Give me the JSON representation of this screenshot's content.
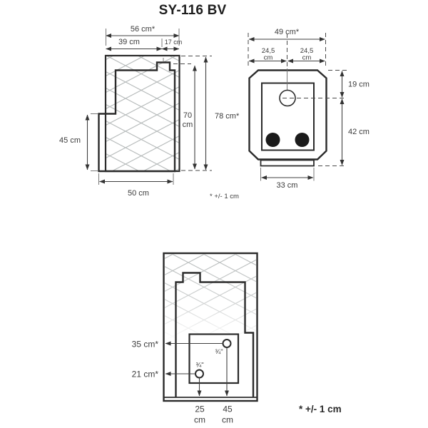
{
  "title": "SY-116 BV",
  "notes": {
    "top": "* +/- 1 cm",
    "bottom": "* +/- 1 cm"
  },
  "side_view": {
    "total_width": "56 cm*",
    "body_width": "39 cm",
    "flue_width": "17 cm",
    "inner_height_value": "70",
    "inner_height_unit": "cm",
    "total_height": "78 cm*",
    "front_height": "45 cm",
    "depth": "50 cm"
  },
  "top_view": {
    "total_width": "49 cm*",
    "half_left_value": "24,5",
    "half_left_unit": "cm",
    "half_right_value": "24,5",
    "half_right_unit": "cm",
    "flue_from_front": "19 cm",
    "flue_to_back": "42 cm",
    "base_width": "33 cm"
  },
  "rear_view": {
    "upper_pipe_height": "35 cm*",
    "lower_pipe_height": "21 cm*",
    "upper_pipe_size": "¾\"",
    "lower_pipe_size": "¾\"",
    "lower_pipe_offset_value": "25",
    "lower_pipe_offset_unit": "cm",
    "upper_pipe_offset_value": "45",
    "upper_pipe_offset_unit": "cm"
  }
}
